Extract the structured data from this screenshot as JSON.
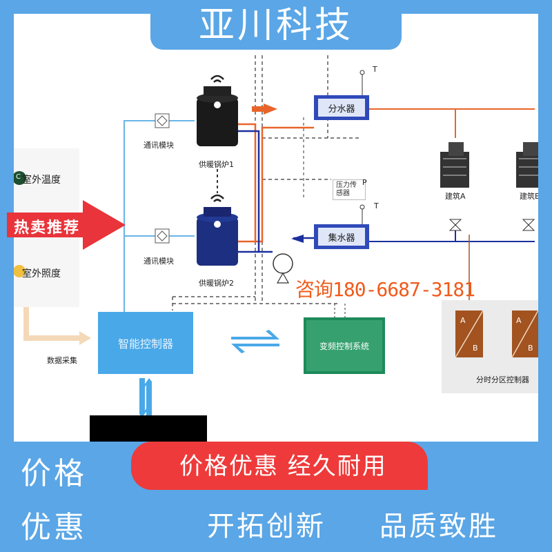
{
  "brand": {
    "title": "亚川科技"
  },
  "diagram": {
    "outdoor_temp": "室外温度",
    "outdoor_light": "室外照度",
    "data_collect": "数据采集",
    "comm_module_1": "通讯模块",
    "comm_module_2": "通讯模块",
    "boiler_1": "供暖锅炉1",
    "boiler_2": "供暖锅炉2",
    "distributor": "分水器",
    "collector": "集水器",
    "pressure_sensor": "压力传感器",
    "pressure_sensor_p": "P",
    "temp_t1": "T",
    "temp_t2": "T",
    "building_a": "建筑A",
    "building_b": "建筑B",
    "smart_controller": "智能控制器",
    "vfd_system": "变频控制系统",
    "zone_controller": "分时分区控制器",
    "zone_a1": "A",
    "zone_b1": "B",
    "zone_a2": "A",
    "zone_b2": "B",
    "c_icon": "C"
  },
  "promo": {
    "hot_tag": "热卖推荐",
    "consult": "咨询180-6687-3181",
    "price_left_1": "价格",
    "price_left_2": "优惠",
    "red_band": "价格优惠  经久耐用",
    "slogan_1": "开拓创新",
    "slogan_2": "品质致胜"
  },
  "colors": {
    "blue_bg": "#5aa6e6",
    "red_band": "#ee3a3a",
    "hot_tag": "#e8343a",
    "controller": "#49a8e8",
    "vfd": "#1e8a5a",
    "pipe_hot": "#e9642a",
    "pipe_cold": "#1c2f9e",
    "zone_box": "#a2531f"
  }
}
